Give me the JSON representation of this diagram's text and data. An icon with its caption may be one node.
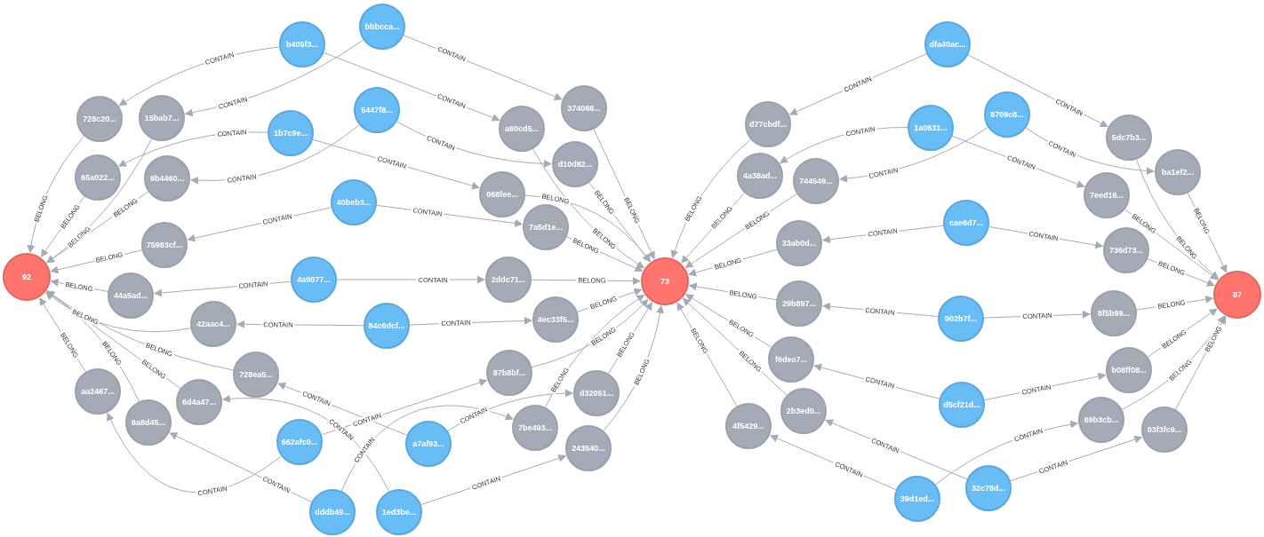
{
  "diagram": {
    "nodes": [
      {
        "text": [
          "92"
        ]
      },
      {
        "text": [
          "b405f3..."
        ]
      },
      {
        "text": [
          "bbbcca..."
        ]
      },
      {
        "text": [
          "728c20..."
        ]
      },
      {
        "text": [
          "15bab7..."
        ]
      },
      {
        "text": [
          "5447f8..."
        ]
      },
      {
        "text": [
          "1b7c9e..."
        ]
      },
      {
        "text": [
          "65a022..."
        ]
      },
      {
        "text": [
          "9b4460..."
        ]
      },
      {
        "text": [
          "40beb3..."
        ]
      },
      {
        "text": [
          "75983cf..."
        ]
      },
      {
        "text": [
          "4a9077..."
        ]
      },
      {
        "text": [
          "44a5ad..."
        ]
      },
      {
        "text": [
          "42aac4..."
        ]
      },
      {
        "text": [
          "84c6dcf..."
        ]
      },
      {
        "text": [
          "728ea5..."
        ]
      },
      {
        "text": [
          "aa2467..."
        ]
      },
      {
        "text": [
          "6d4a47..."
        ]
      },
      {
        "text": [
          "6a8d45..."
        ]
      },
      {
        "text": [
          "662afc0..."
        ]
      },
      {
        "text": [
          "a7af93..."
        ]
      },
      {
        "text": [
          "dddb49..."
        ]
      },
      {
        "text": [
          "1ed3be..."
        ]
      },
      {
        "text": [
          "374066..."
        ]
      },
      {
        "text": [
          "a60cd5..."
        ]
      },
      {
        "text": [
          "d10d82..."
        ]
      },
      {
        "text": [
          "068fee..."
        ]
      },
      {
        "text": [
          "7a5d1e..."
        ]
      },
      {
        "text": [
          "2ddc71..."
        ]
      },
      {
        "text": [
          "73"
        ]
      },
      {
        "text": [
          "4ec33f5..."
        ]
      },
      {
        "text": [
          "87b8bf..."
        ]
      },
      {
        "text": [
          "d32051..."
        ]
      },
      {
        "text": [
          "7be493..."
        ]
      },
      {
        "text": [
          "243540..."
        ]
      },
      {
        "text": [
          "dfa40ac..."
        ]
      },
      {
        "text": [
          "d77cbdf..."
        ]
      },
      {
        "text": [
          "1a0631..."
        ]
      },
      {
        "text": [
          "8709c8..."
        ]
      },
      {
        "text": [
          "4a38ad..."
        ]
      },
      {
        "text": [
          "744549..."
        ]
      },
      {
        "text": [
          "5dc7b3..."
        ]
      },
      {
        "text": [
          "ba1ef2..."
        ]
      },
      {
        "text": [
          "7eed16..."
        ]
      },
      {
        "text": [
          "cae6d7..."
        ]
      },
      {
        "text": [
          "33ab0d..."
        ]
      },
      {
        "text": [
          "736d73..."
        ]
      },
      {
        "text": [
          "29b897..."
        ]
      },
      {
        "text": [
          "902b7f..."
        ]
      },
      {
        "text": [
          "8f5b99..."
        ]
      },
      {
        "text": [
          "87"
        ]
      },
      {
        "text": [
          "f6dea7..."
        ]
      },
      {
        "text": [
          "d5cf21d..."
        ]
      },
      {
        "text": [
          "b08ff08..."
        ]
      },
      {
        "text": [
          "2b3ed0..."
        ]
      },
      {
        "text": [
          "4f5429..."
        ]
      },
      {
        "text": [
          "69b3cb..."
        ]
      },
      {
        "text": [
          "03f3fc9..."
        ]
      },
      {
        "text": [
          "39d1ed..."
        ]
      },
      {
        "text": [
          "32c78d..."
        ]
      }
    ],
    "edges": [
      {
        "from": 1,
        "to": 3,
        "arrow": "to",
        "label": "CONTAIN"
      },
      {
        "from": 2,
        "to": 4,
        "arrow": "to",
        "label": "CONTAIN"
      },
      {
        "from": 1,
        "to": 24,
        "arrow": "to",
        "label": "CONTAIN"
      },
      {
        "from": 2,
        "to": 23,
        "arrow": "to",
        "label": "CONTAIN"
      },
      {
        "from": 6,
        "to": 7,
        "arrow": "to",
        "label": "CONTAIN"
      },
      {
        "from": 5,
        "to": 8,
        "arrow": "to",
        "label": "CONTAIN"
      },
      {
        "from": 5,
        "to": 25,
        "arrow": "to",
        "label": "CONTAIN"
      },
      {
        "from": 6,
        "to": 26,
        "arrow": "to",
        "label": "CONTAIN"
      },
      {
        "from": 9,
        "to": 10,
        "arrow": "to",
        "label": "CONTAIN"
      },
      {
        "from": 9,
        "to": 27,
        "arrow": "to",
        "label": "CONTAIN"
      },
      {
        "from": 11,
        "to": 12,
        "arrow": "to",
        "label": "CONTAIN"
      },
      {
        "from": 11,
        "to": 28,
        "arrow": "to",
        "label": "CONTAIN"
      },
      {
        "from": 14,
        "to": 13,
        "arrow": "to",
        "label": "CONTAIN"
      },
      {
        "from": 14,
        "to": 30,
        "arrow": "to",
        "label": "CONTAIN"
      },
      {
        "from": 19,
        "to": 31,
        "arrow": "to",
        "label": "CONTAIN"
      },
      {
        "from": 19,
        "to": 16,
        "arrow": "to",
        "label": "CONTAIN"
      },
      {
        "from": 20,
        "to": 15,
        "arrow": "to",
        "label": "CONTAIN"
      },
      {
        "from": 20,
        "to": 32,
        "arrow": "to",
        "label": "CONTAIN"
      },
      {
        "from": 21,
        "to": 18,
        "arrow": "to",
        "label": "CONTAIN"
      },
      {
        "from": 21,
        "to": 33,
        "arrow": "to",
        "label": "CONTAIN"
      },
      {
        "from": 22,
        "to": 17,
        "arrow": "to",
        "label": "CONTAIN"
      },
      {
        "from": 22,
        "to": 34,
        "arrow": "to",
        "label": "CONTAIN"
      },
      {
        "from": 35,
        "to": 36,
        "arrow": "to",
        "label": "CONTAIN"
      },
      {
        "from": 35,
        "to": 41,
        "arrow": "to",
        "label": "CONTAIN"
      },
      {
        "from": 37,
        "to": 39,
        "arrow": "to",
        "label": "CONTAIN"
      },
      {
        "from": 38,
        "to": 40,
        "arrow": "to",
        "label": "CONTAIN"
      },
      {
        "from": 38,
        "to": 42,
        "arrow": "to",
        "label": "CONTAIN"
      },
      {
        "from": 37,
        "to": 43,
        "arrow": "to",
        "label": "CONTAIN"
      },
      {
        "from": 44,
        "to": 45,
        "arrow": "to",
        "label": "CONTAIN"
      },
      {
        "from": 44,
        "to": 46,
        "arrow": "to",
        "label": "CONTAIN"
      },
      {
        "from": 48,
        "to": 47,
        "arrow": "to",
        "label": "CONTAIN"
      },
      {
        "from": 48,
        "to": 49,
        "arrow": "to",
        "label": "CONTAIN"
      },
      {
        "from": 52,
        "to": 51,
        "arrow": "to",
        "label": "CONTAIN"
      },
      {
        "from": 52,
        "to": 53,
        "arrow": "to",
        "label": "CONTAIN"
      },
      {
        "from": 58,
        "to": 55,
        "arrow": "to",
        "label": "CONTAIN"
      },
      {
        "from": 58,
        "to": 56,
        "arrow": "to",
        "label": "CONTAIN"
      },
      {
        "from": 59,
        "to": 54,
        "arrow": "to",
        "label": "CONTAIN"
      },
      {
        "from": 59,
        "to": 57,
        "arrow": "to",
        "label": "CONTAIN"
      },
      {
        "from": 3,
        "to": 0,
        "arrow": "to",
        "label": "BELONG"
      },
      {
        "from": 4,
        "to": 0,
        "arrow": "to",
        "label": "BELONG"
      },
      {
        "from": 7,
        "to": 0,
        "arrow": "to",
        "label": "BELONG"
      },
      {
        "from": 8,
        "to": 0,
        "arrow": "to",
        "label": "BELONG"
      },
      {
        "from": 10,
        "to": 0,
        "arrow": "to",
        "label": "BELONG"
      },
      {
        "from": 12,
        "to": 0,
        "arrow": "to",
        "label": "BELONG"
      },
      {
        "from": 13,
        "to": 0,
        "arrow": "to",
        "label": "BELONG"
      },
      {
        "from": 15,
        "to": 0,
        "arrow": "to",
        "label": "BELONG"
      },
      {
        "from": 16,
        "to": 0,
        "arrow": "to",
        "label": "BELONG"
      },
      {
        "from": 17,
        "to": 0,
        "arrow": "to",
        "label": "BELONG"
      },
      {
        "from": 18,
        "to": 0,
        "arrow": "to",
        "label": "BELONG"
      },
      {
        "from": 23,
        "to": 29,
        "arrow": "to",
        "label": "BELONG"
      },
      {
        "from": 24,
        "to": 29,
        "arrow": "to",
        "label": "BELONG"
      },
      {
        "from": 25,
        "to": 29,
        "arrow": "to",
        "label": "BELONG"
      },
      {
        "from": 26,
        "to": 29,
        "arrow": "to",
        "label": "BELONG"
      },
      {
        "from": 27,
        "to": 29,
        "arrow": "to",
        "label": "BELONG"
      },
      {
        "from": 28,
        "to": 29,
        "arrow": "to",
        "label": "BELONG"
      },
      {
        "from": 30,
        "to": 29,
        "arrow": "to",
        "label": "BELONG"
      },
      {
        "from": 31,
        "to": 29,
        "arrow": "to",
        "label": "BELONG"
      },
      {
        "from": 32,
        "to": 29,
        "arrow": "to",
        "label": "BELONG"
      },
      {
        "from": 33,
        "to": 29,
        "arrow": "to",
        "label": "BELONG"
      },
      {
        "from": 34,
        "to": 29,
        "arrow": "to",
        "label": "BELONG"
      },
      {
        "from": 36,
        "to": 29,
        "arrow": "to",
        "label": "BELONG"
      },
      {
        "from": 39,
        "to": 29,
        "arrow": "to",
        "label": "BELONG"
      },
      {
        "from": 40,
        "to": 29,
        "arrow": "to",
        "label": "BELONG"
      },
      {
        "from": 45,
        "to": 29,
        "arrow": "to",
        "label": "BELONG"
      },
      {
        "from": 47,
        "to": 29,
        "arrow": "to",
        "label": "BELONG"
      },
      {
        "from": 51,
        "to": 29,
        "arrow": "to",
        "label": "BELONG"
      },
      {
        "from": 54,
        "to": 29,
        "arrow": "to",
        "label": "BELONG"
      },
      {
        "from": 55,
        "to": 29,
        "arrow": "to",
        "label": "BELONG"
      },
      {
        "from": 41,
        "to": 50,
        "arrow": "to",
        "label": "BELONG"
      },
      {
        "from": 42,
        "to": 50,
        "arrow": "to",
        "label": "BELONG"
      },
      {
        "from": 43,
        "to": 50,
        "arrow": "to",
        "label": "BELONG"
      },
      {
        "from": 46,
        "to": 50,
        "arrow": "to",
        "label": "BELONG"
      },
      {
        "from": 49,
        "to": 50,
        "arrow": "to",
        "label": "BELONG"
      },
      {
        "from": 53,
        "to": 50,
        "arrow": "to",
        "label": "BELONG"
      },
      {
        "from": 56,
        "to": 50,
        "arrow": "to",
        "label": "BELONG"
      },
      {
        "from": 57,
        "to": 50,
        "arrow": "to",
        "label": "BELONG"
      }
    ]
  }
}
